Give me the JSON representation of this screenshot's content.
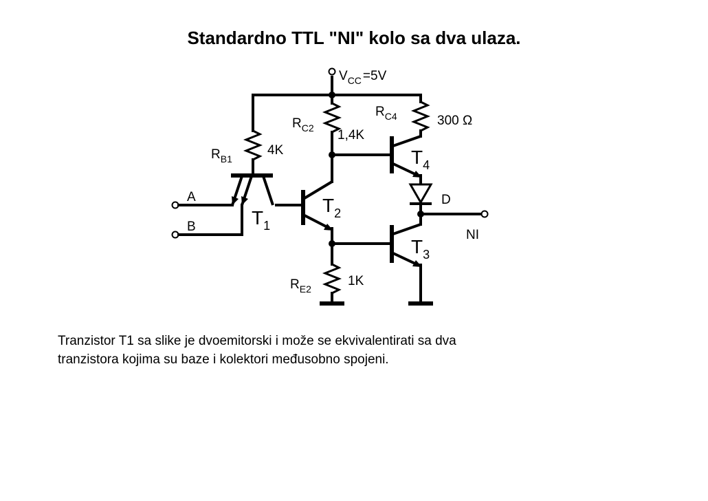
{
  "title": "Standardno TTL \"NI\" kolo sa dva ulaza.",
  "circuit": {
    "vcc": {
      "letter": "V",
      "sub": "CC",
      "value": "=5V"
    },
    "rb1": {
      "letter": "R",
      "sub": "B1",
      "value": "4K"
    },
    "rc2": {
      "letter": "R",
      "sub": "C2",
      "value": "1,4K"
    },
    "rc4": {
      "letter": "R",
      "sub": "C4",
      "value": "300 Ω"
    },
    "re2": {
      "letter": "R",
      "sub": "E2",
      "value": "1K"
    },
    "t1": {
      "letter": "T",
      "sub": "1"
    },
    "t2": {
      "letter": "T",
      "sub": "2"
    },
    "t3": {
      "letter": "T",
      "sub": "3"
    },
    "t4": {
      "letter": "T",
      "sub": "4"
    },
    "diode": "D",
    "input_a": "A",
    "input_b": "B",
    "output": "NI"
  },
  "description": [
    "Tranzistor T1 sa slike je dvoemitorski i može se ekvivalentirati sa dva",
    "tranzistora kojima su baze i kolektori međusobno spojeni."
  ]
}
